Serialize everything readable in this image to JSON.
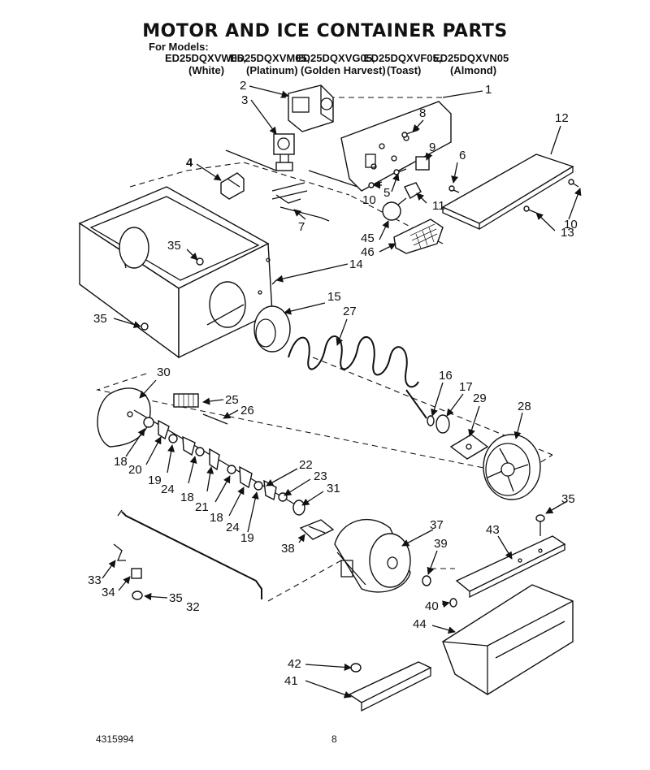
{
  "title": "MOTOR AND ICE CONTAINER PARTS",
  "for_models_label": "For Models:",
  "models": [
    {
      "model": "ED25DQXVW05,",
      "color": "(White)"
    },
    {
      "model": "ED25DQXVM05,",
      "color": "(Platinum)"
    },
    {
      "model": "ED25DQXVG05,",
      "color": "(Golden Harvest)"
    },
    {
      "model": "ED25DQXVF05,",
      "color": "(Toast)"
    },
    {
      "model": "ED25DQXVN05",
      "color": "(Almond)"
    }
  ],
  "callouts": [
    "1",
    "2",
    "3",
    "4",
    "5",
    "6",
    "8",
    "9",
    "10",
    "10",
    "11",
    "7",
    "12",
    "13",
    "14",
    "15",
    "16",
    "17",
    "18",
    "18",
    "18",
    "19",
    "19",
    "20",
    "21",
    "22",
    "23",
    "24",
    "24",
    "25",
    "26",
    "27",
    "28",
    "29",
    "30",
    "31",
    "32",
    "33",
    "34",
    "35",
    "35",
    "35",
    "35",
    "35",
    "37",
    "38",
    "39",
    "40",
    "41",
    "42",
    "43",
    "44",
    "45",
    "46"
  ],
  "footer": {
    "doc_number": "4315994",
    "page_number": "8"
  }
}
